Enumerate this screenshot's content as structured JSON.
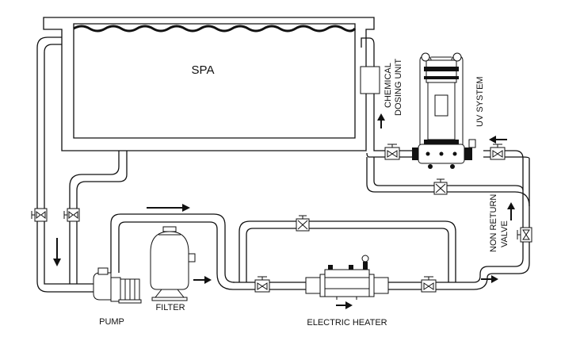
{
  "diagram": {
    "labels": {
      "spa": "SPA",
      "pump": "PUMP",
      "filter": "FILTER",
      "electric_heater": "ELECTRIC HEATER",
      "chemical_dosing_line1": "CHEMICAL",
      "chemical_dosing_line2": "DOSING UNIT",
      "uv_system": "UV SYSTEM",
      "non_return_line1": "NON RETURN",
      "non_return_line2": "VALVE"
    },
    "colors": {
      "line": "#111111",
      "background": "#ffffff"
    }
  }
}
